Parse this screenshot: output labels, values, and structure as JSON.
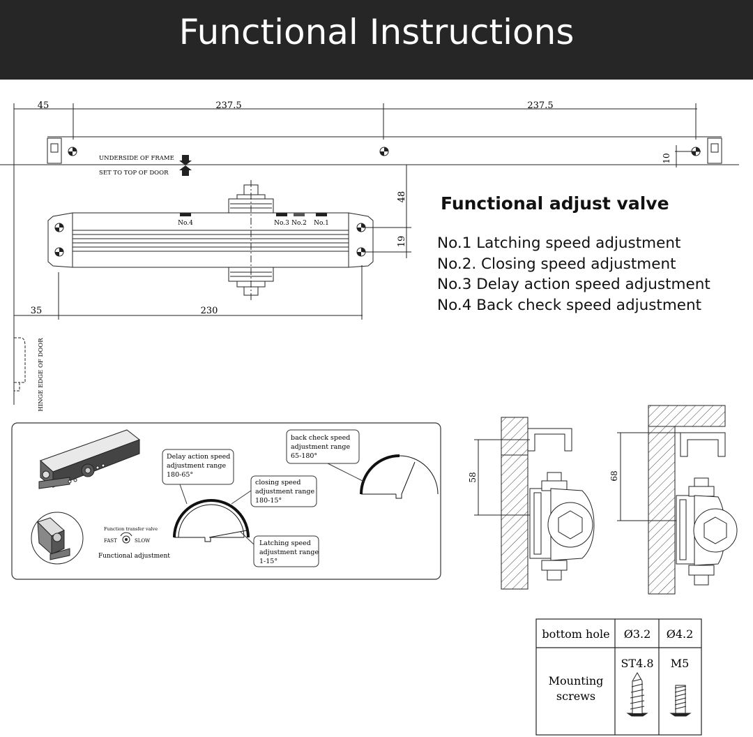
{
  "header": {
    "title": "Functional Instructions"
  },
  "frame_diagram": {
    "dim_left": "45",
    "dim_span_1": "237.5",
    "dim_span_2": "237.5",
    "dim_small": "10",
    "underside_label": "UNDERSIDE OF FRAME",
    "set_top_label": "SET TO TOP OF DOOR",
    "valve_labels": [
      "No.4",
      "No.3",
      "No.2",
      "No.1"
    ],
    "dim_vertical_48": "48",
    "dim_vertical_19": "19",
    "dim_bottom_left": "35",
    "dim_bottom_span": "230",
    "hinge_label": "HINGE EDGE OF DOOR"
  },
  "valve_info": {
    "title": "Functional adjust valve",
    "items": [
      "No.1 Latching speed adjustment",
      "No.2. Closing speed adjustment",
      "No.3 Delay action speed adjustment",
      "No.4 Back check speed adjustment"
    ]
  },
  "adjust_panel": {
    "transfer_valve_label": "Function transfer valve",
    "fast_label": "FAST",
    "slow_label": "SLOW",
    "functional_adjustment_label": "Functional adjustment",
    "delay_box": [
      "Delay action speed",
      "adjustment range",
      "180-65°"
    ],
    "closing_box": [
      "closing speed",
      "adjustment range",
      "180-15°"
    ],
    "latching_box": [
      "Latching speed",
      "adjustment range",
      "1-15°"
    ],
    "backcheck_box": [
      "back check speed",
      "adjustment range",
      "65-180°"
    ]
  },
  "mounting_detail": {
    "dim_left": "58",
    "dim_right": "68"
  },
  "screw_table": {
    "row1_label": "bottom hole",
    "col1_hole": "Ø3.2",
    "col2_hole": "Ø4.2",
    "row2_label_line1": "Mounting",
    "row2_label_line2": "screws",
    "col1_screw": "ST4.8",
    "col2_screw": "M5"
  }
}
